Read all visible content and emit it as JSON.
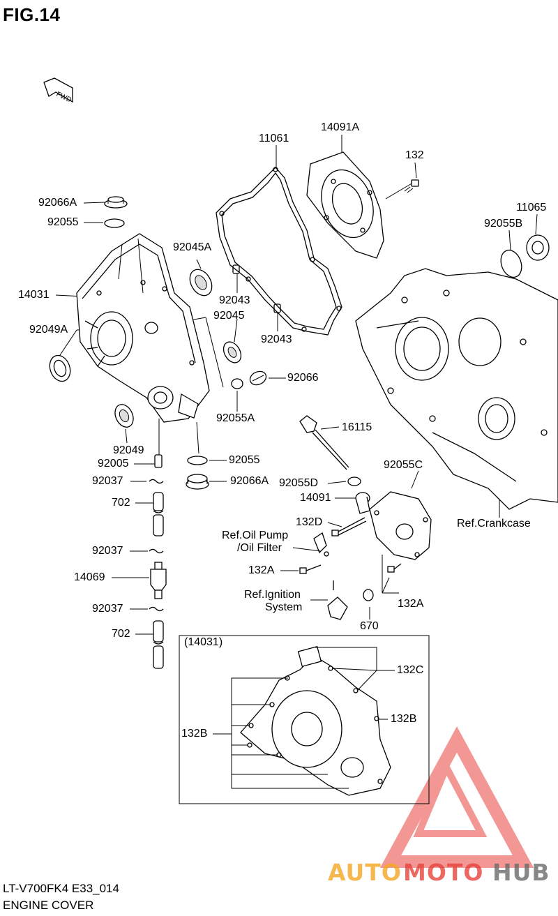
{
  "figure": {
    "title": "FIG.14",
    "fwd_label": "FWD"
  },
  "callouts": {
    "p92066A_top": "92066A",
    "p92055_top": "92055",
    "p14031": "14031",
    "p92049A": "92049A",
    "p92049": "92049",
    "p92005": "92005",
    "p92037_a": "92037",
    "p702_a": "702",
    "p92037_b": "92037",
    "p14069": "14069",
    "p92037_c": "92037",
    "p702_b": "702",
    "p92045A": "92045A",
    "p92043_a": "92043",
    "p92045": "92045",
    "p92043_b": "92043",
    "p92055A": "92055A",
    "p92066": "92066",
    "p92055_mid": "92055",
    "p92066A_mid": "92066A",
    "p11061": "11061",
    "p14091A": "14091A",
    "p132": "132",
    "p11065": "11065",
    "p92055B": "92055B",
    "p16115": "16115",
    "p92055C": "92055C",
    "p92055D": "92055D",
    "p14091": "14091",
    "p132D": "132D",
    "ref_oil_1": "Ref.Oil Pump",
    "ref_oil_2": "/Oil Filter",
    "p132A_a": "132A",
    "p132A_b": "132A",
    "ref_ign_1": "Ref.Ignition",
    "ref_ign_2": "System",
    "p670": "670",
    "ref_crankcase": "Ref.Crankcase",
    "inset_ref": "(14031)",
    "p132C": "132C",
    "p132B_a": "132B",
    "p132B_b": "132B"
  },
  "footer": {
    "model_code": "LT-V700FK4 E33_014",
    "section_name": "ENGINE COVER"
  },
  "watermark": {
    "part1": "AUTO",
    "part2": "MOTO",
    "part3": "HUB"
  },
  "colors": {
    "watermark_red": "#e8433c",
    "watermark_orange": "#f5a623",
    "watermark_gray": "#6b6b6b"
  }
}
